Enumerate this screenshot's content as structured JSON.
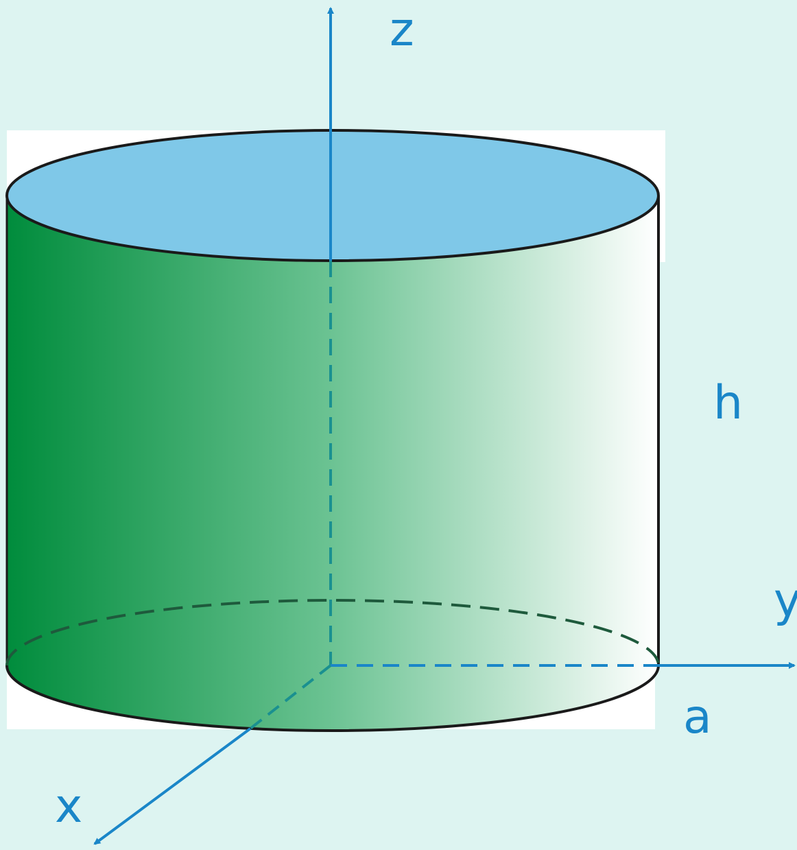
{
  "colors": {
    "background": "#ddf4f1",
    "axis": "#1a86c8",
    "top_face": "#7fc8e8",
    "side_dark": "#008c3c",
    "side_light": "#ffffff",
    "outline": "#1a1a1a",
    "hidden_edge": "#1e5a3c",
    "hidden_axis": "#1a9090"
  },
  "labels": {
    "z": "z",
    "y": "y",
    "x": "x",
    "h": "h",
    "a": "a"
  }
}
